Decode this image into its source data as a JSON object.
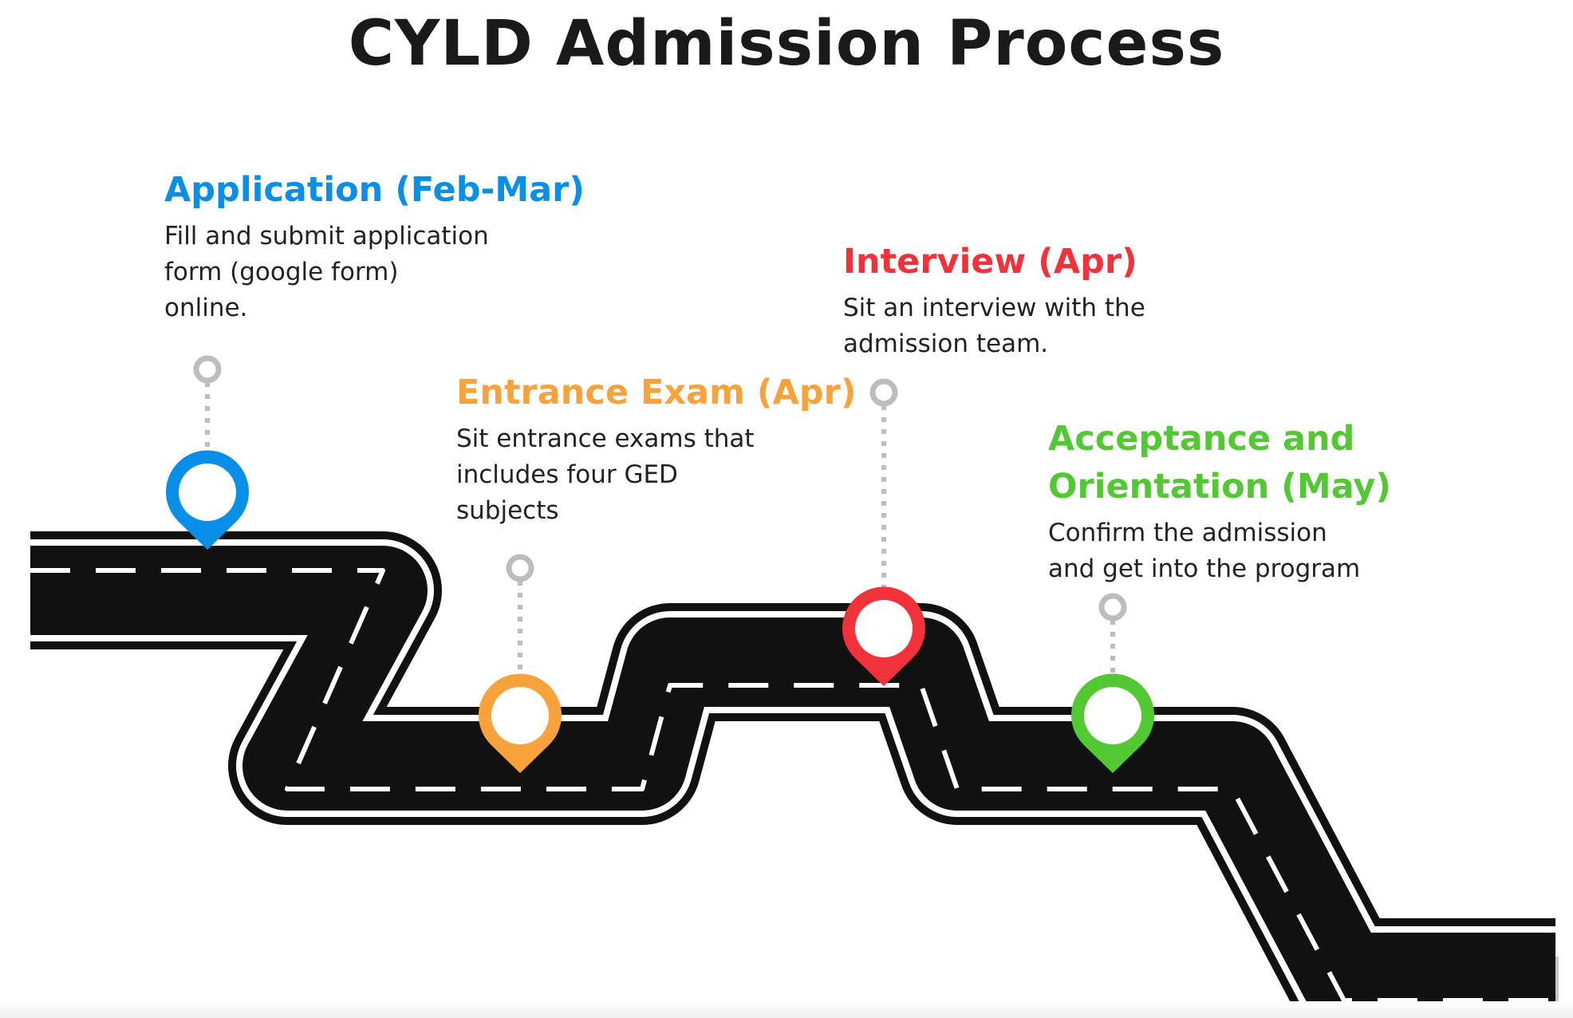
{
  "title": "CYLD Admission Process",
  "steps": [
    {
      "title": "Application (Feb-Mar)",
      "description": "Fill and submit application\nform (google form)\nonline.",
      "color": "#0a8fe8",
      "icon": "location-pin-icon"
    },
    {
      "title": "Entrance Exam (Apr)",
      "description": "Sit entrance exams that\nincludes four GED\nsubjects",
      "color": "#f7a23b",
      "icon": "location-pin-icon"
    },
    {
      "title": "Interview (Apr)",
      "description": "Sit an interview with the\nadmission team.",
      "color": "#f2323a",
      "icon": "location-pin-icon"
    },
    {
      "title": "Acceptance and Orientation (May)",
      "description": "Confirm the admission\nand get into the program",
      "color": "#52c932",
      "icon": "location-pin-icon"
    }
  ],
  "road": {
    "asphalt_color": "#111111",
    "edge_color": "#ffffff",
    "shadow_color": "#c8c8c8",
    "connector_color": "#bdbdbd"
  }
}
